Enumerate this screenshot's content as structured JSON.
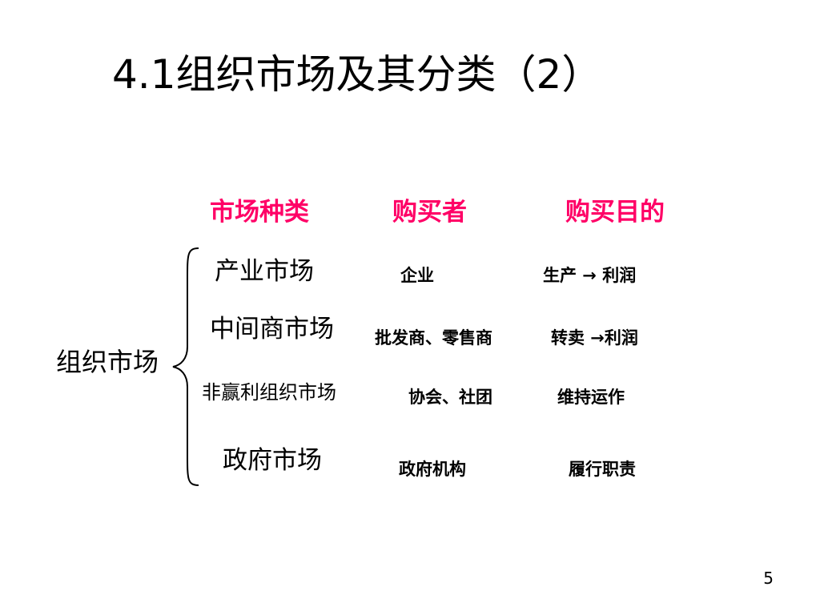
{
  "slide": {
    "title": "4.1组织市场及其分类（2）",
    "page_number": "5"
  },
  "table": {
    "headers": [
      "市场种类",
      "购买者",
      "购买目的"
    ],
    "root_label": "组织市场",
    "rows": [
      {
        "market": "产业市场",
        "buyer": "企业",
        "purpose": "生产 → 利润"
      },
      {
        "market": "中间商市场",
        "buyer": "批发商、零售商",
        "purpose": "转卖 →利润"
      },
      {
        "market": "非赢利组织市场",
        "buyer": "协会、社团",
        "purpose": "维持运作"
      },
      {
        "market": "政府市场",
        "buyer": "政府机构",
        "purpose": "履行职责"
      }
    ]
  },
  "colors": {
    "header": "#ff0066",
    "text": "#000000",
    "background": "#ffffff"
  }
}
